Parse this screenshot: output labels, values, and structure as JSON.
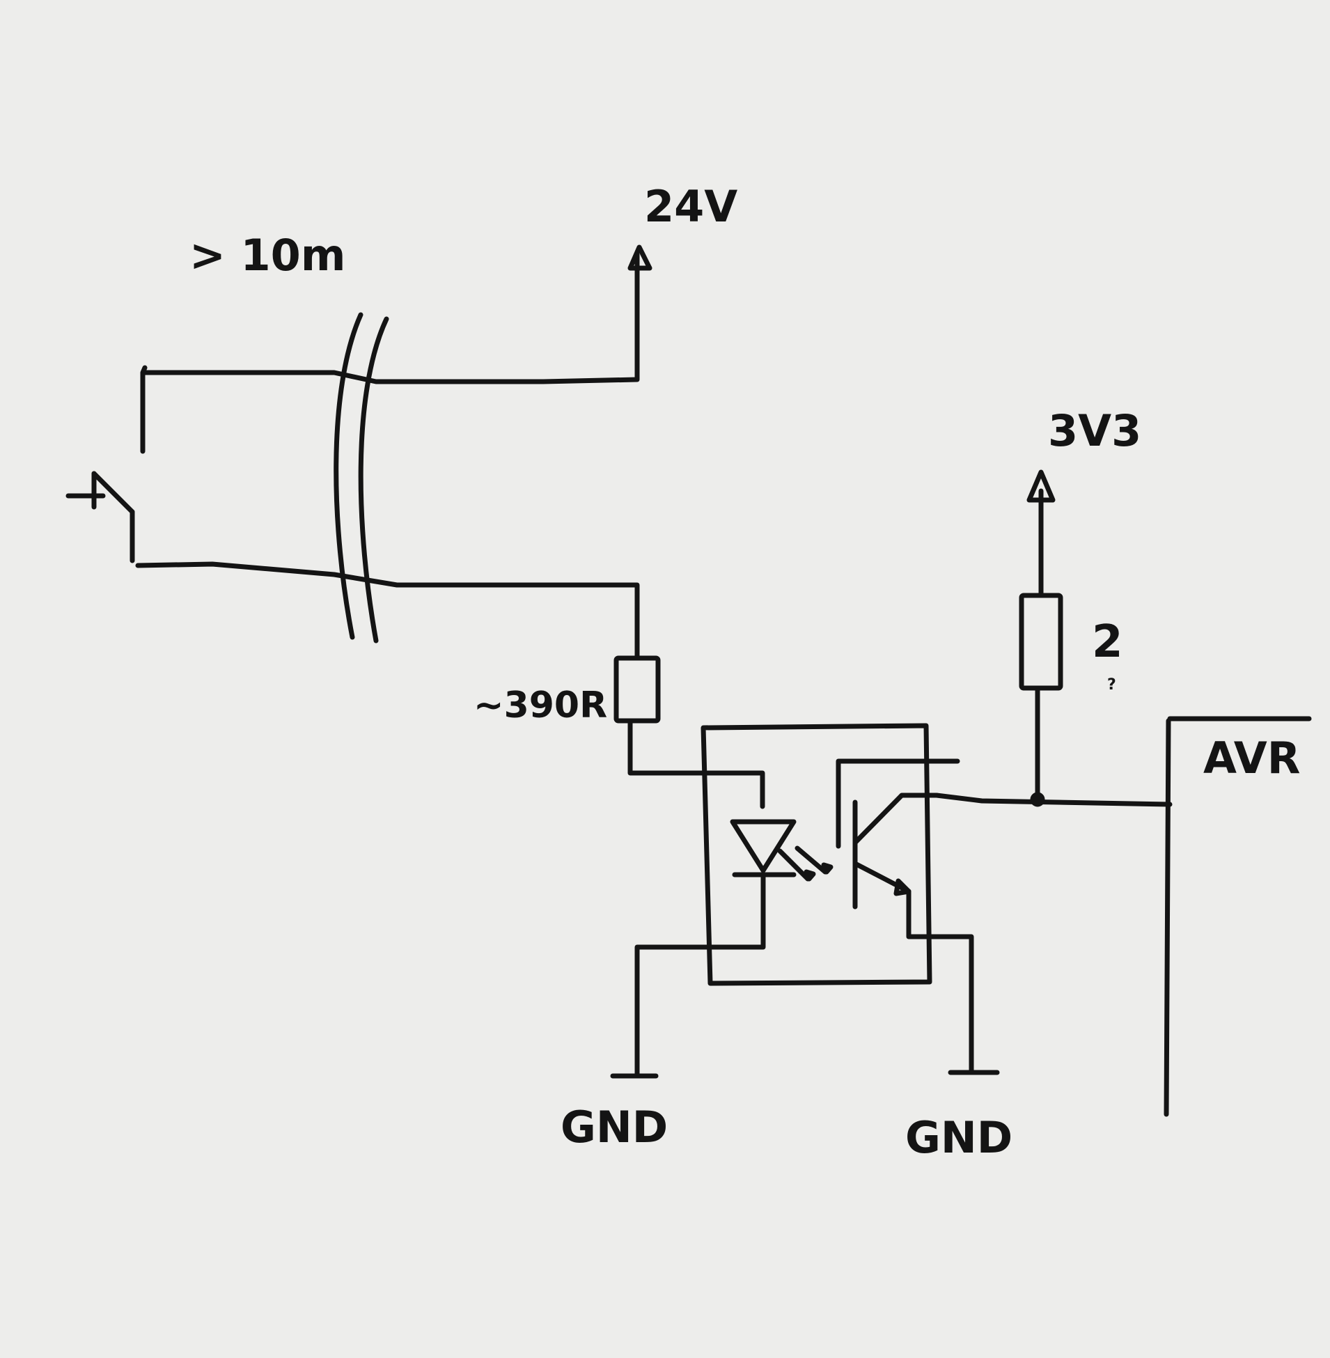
{
  "labels": {
    "cable_length": "> 10m",
    "supply_24v": "24V",
    "supply_3v3": "3V3",
    "resistor_1": "~390R",
    "resistor_2": "2",
    "resistor_2_mark": "?",
    "mcu": "AVR",
    "gnd_left": "GND",
    "gnd_right": "GND"
  },
  "colors": {
    "paper": "#ededeb",
    "ink": "#141414"
  }
}
